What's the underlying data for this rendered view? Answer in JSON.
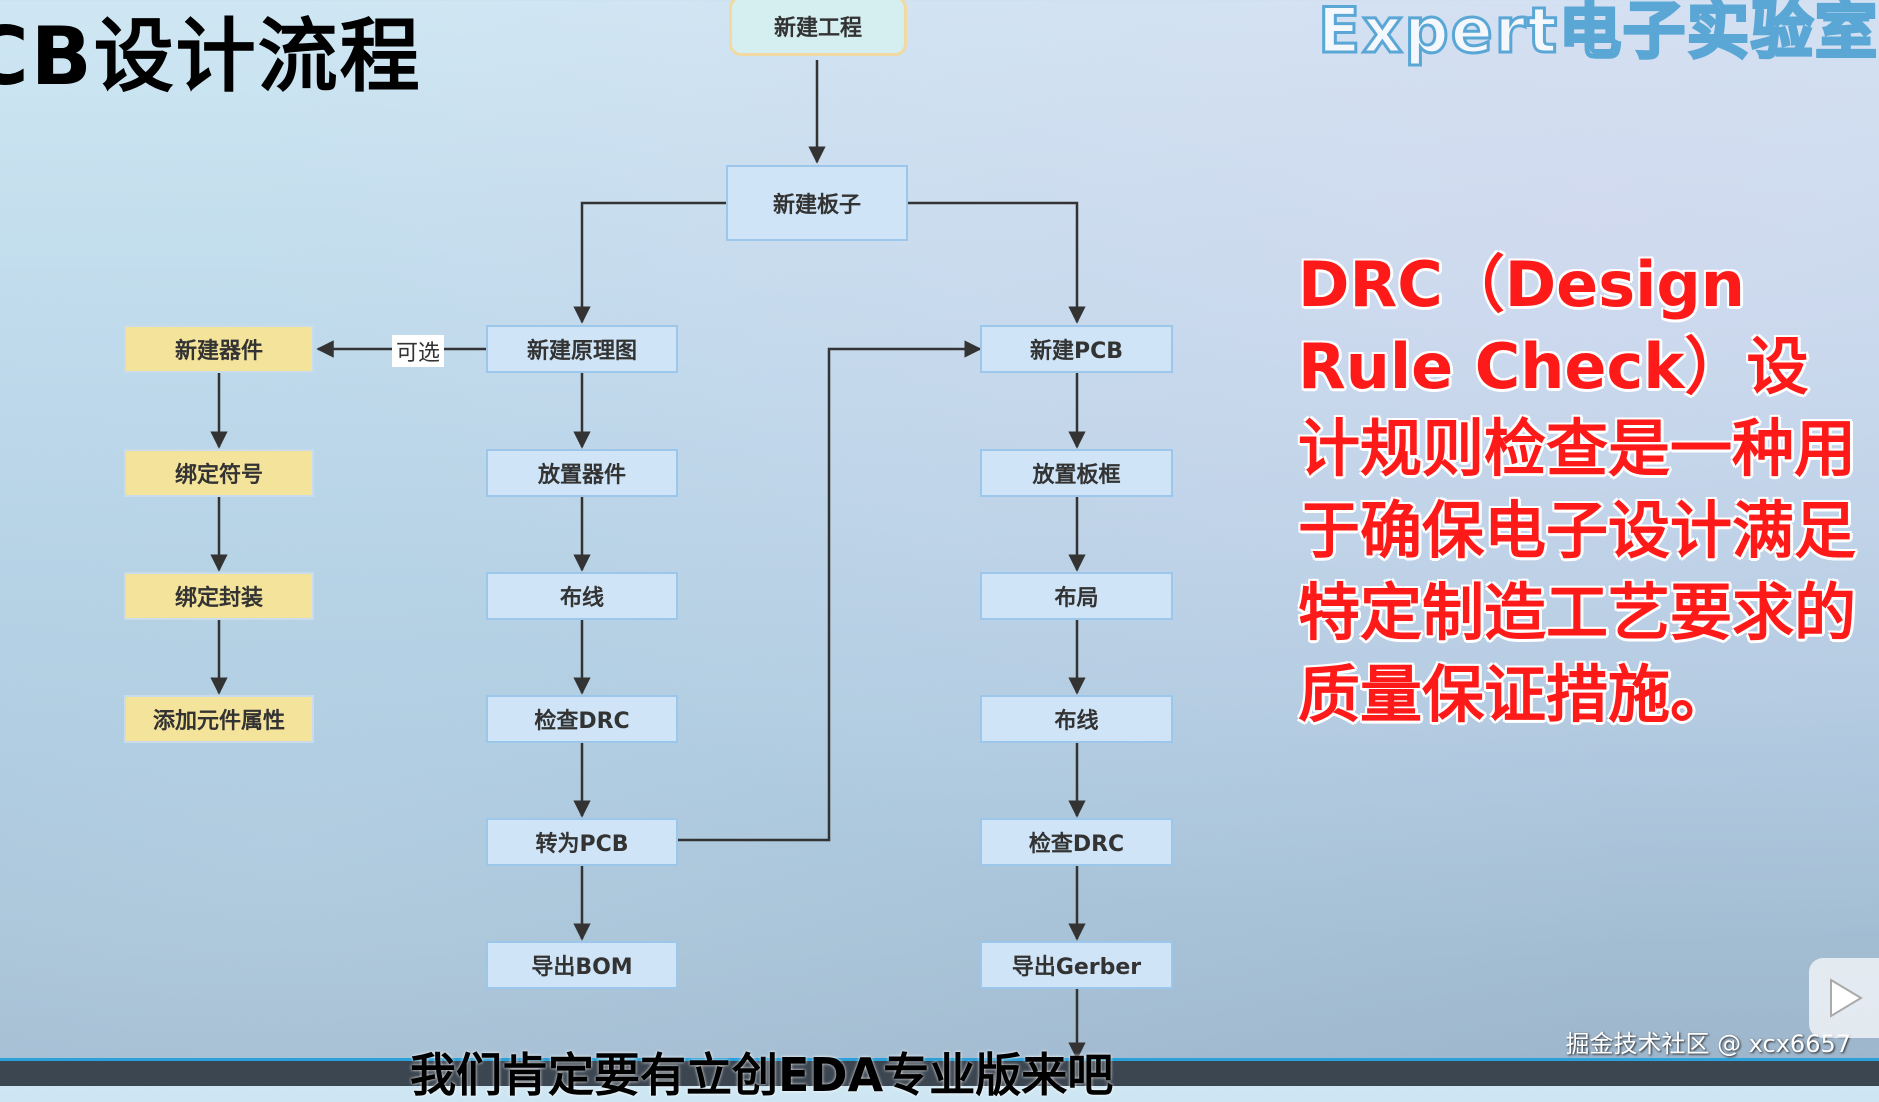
{
  "page_title": "CB设计流程",
  "watermark": "Expert电子实验室",
  "diagram": {
    "top": "新建工程",
    "board": "新建板子",
    "left_column": [
      "新建器件",
      "绑定符号",
      "绑定封装",
      "添加元件属性"
    ],
    "middle_column": [
      "新建原理图",
      "放置器件",
      "布线",
      "检查DRC",
      "转为PCB",
      "导出BOM"
    ],
    "right_column": [
      "新建PCB",
      "放置板框",
      "布局",
      "布线",
      "检查DRC",
      "导出Gerber"
    ],
    "edge_label_optional": "可选"
  },
  "drc_description": "DRC（Design Rule Check）设计规则检查是一种用于确保电子设计满足特定制造工艺要求的质量保证措施。",
  "subtitle": "我们肯定要有立创EDA专业版来吧",
  "credit": "掘金技术社区 @ xcx6657",
  "colors": {
    "blue_node": "#cfe4f6",
    "yellow_node": "#f4e39a",
    "drc_text": "#ff1a1a"
  }
}
